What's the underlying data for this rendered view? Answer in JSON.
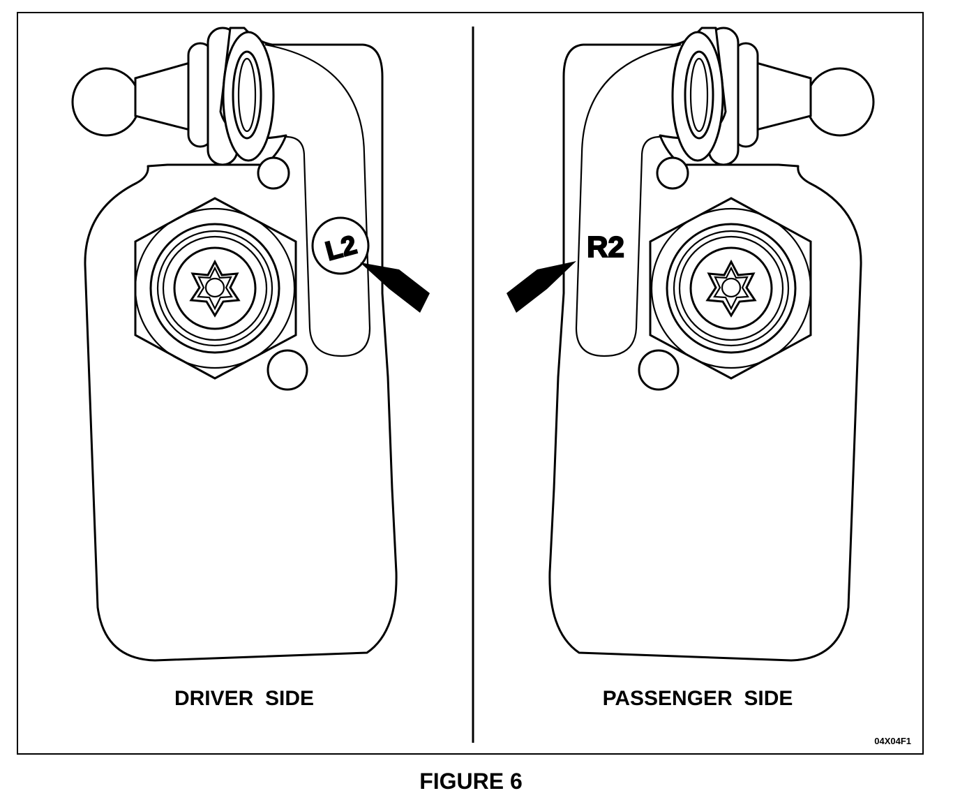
{
  "figure": {
    "caption": "FIGURE 6",
    "code": "04X04F1",
    "panels": [
      {
        "id": "driver",
        "label": "DRIVER  SIDE",
        "marking": "L2"
      },
      {
        "id": "passenger",
        "label": "PASSENGER  SIDE",
        "marking": "R2"
      }
    ]
  }
}
